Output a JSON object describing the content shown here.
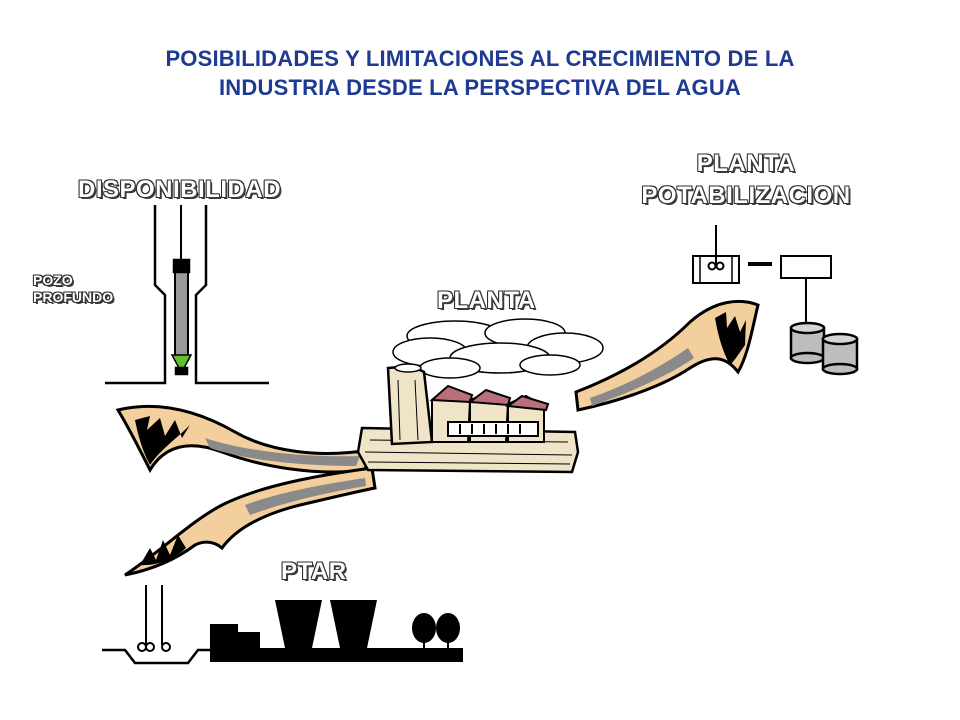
{
  "title": {
    "line1": "POSIBILIDADES Y LIMITACIONES AL CRECIMIENTO DE LA",
    "line2": "INDUSTRIA DESDE LA PERSPECTIVA DEL AGUA"
  },
  "labels": {
    "disponibilidad": "DISPONIBILIDAD",
    "pozo_line1": "POZO",
    "pozo_line2": "PROFUNDO",
    "planta_potab_line1": "PLANTA",
    "planta_potab_line2": "POTABILIZACION",
    "planta": "PLANTA",
    "ptar": "PTAR"
  },
  "colors": {
    "title": "#1f3a93",
    "arrow_fill": "#f2cf9c",
    "arrow_stroke": "#000000",
    "arrow_shade": "#8a8a8a",
    "factory_brick": "#f0e4c8",
    "factory_roof": "#b9707a",
    "tank_fill": "#bdbdbd"
  }
}
